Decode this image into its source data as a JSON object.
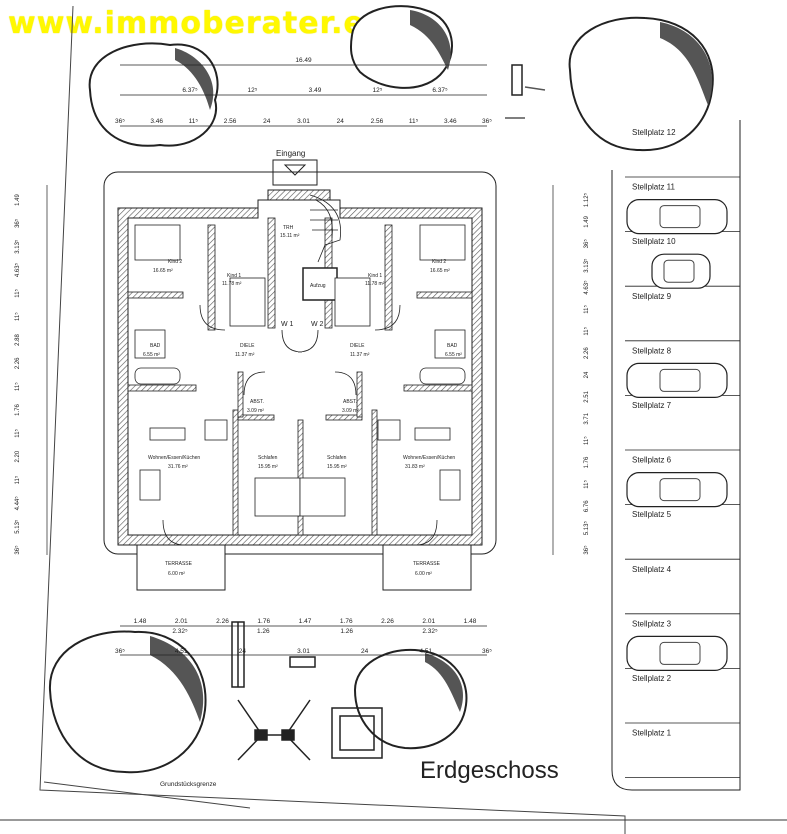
{
  "watermark": "www.immoberater.eu",
  "drawing_title": "Erdgeschoss",
  "boundary_label": "Grundstücksgrenze",
  "entrance_label": "Eingang",
  "top_dimensions": {
    "row1": [
      "16.49"
    ],
    "row2": [
      "6.37⁵",
      "12⁵",
      "3.49",
      "12⁵",
      "6.37⁵"
    ],
    "row3": [
      "36⁵",
      "3.46",
      "11⁵",
      "2.56",
      "24",
      "3.01",
      "24",
      "2.56",
      "11⁵",
      "3.46",
      "36⁵"
    ]
  },
  "bottom_dimensions": {
    "row1": [
      "1.48",
      "2.01",
      "2.26",
      "1.76",
      "1.47",
      "1.76",
      "2.26",
      "2.01",
      "1.48"
    ],
    "row2": [
      "2.32⁵",
      "1.26",
      "1.26",
      "2.32⁵"
    ],
    "row3": [
      "36⁵",
      "4.51",
      "24",
      "3.01",
      "24",
      "4.51",
      "36⁵"
    ]
  },
  "left_dimensions": [
    "1.49",
    "36⁵",
    "3.13⁵",
    "4.63⁵",
    "11⁵",
    "11⁵",
    "2.88",
    "2.26",
    "11⁵",
    "1.76",
    "11⁵",
    "2.20",
    "11⁵",
    "4.44⁵",
    "5.13⁵",
    "36⁵"
  ],
  "right_dimensions": [
    "1.12⁵",
    "1.49",
    "36⁵",
    "3.13⁵",
    "4.63⁵",
    "11⁵",
    "11⁵",
    "2.26",
    "24",
    "2.51",
    "3.71",
    "11⁵",
    "1.76",
    "11⁵",
    "6.76",
    "5.13⁵",
    "36⁵"
  ],
  "rooms": {
    "stair": {
      "name": "TRH",
      "area": "15.11 m²"
    },
    "elevator": {
      "name": "Aufzug"
    },
    "w1": "W 1",
    "w2": "W 2",
    "left": {
      "kind2": {
        "name": "Kind 2",
        "area": "16.65 m²"
      },
      "kind1": {
        "name": "Kind 1",
        "area": "11.78 m²"
      },
      "bad": {
        "name": "BAD",
        "area": "6.55 m²"
      },
      "diele": {
        "name": "DIELE",
        "area": "11.37 m²"
      },
      "abst": {
        "name": "ABST.",
        "area": "3.09 m²"
      },
      "wohnen": {
        "name": "Wohnen/Essen/Küchen",
        "area": "31.76 m²"
      },
      "schlafen": {
        "name": "Schlafen",
        "area": "15.95 m²"
      },
      "terrasse": {
        "name": "TERRASSE",
        "area": "6.00 m²"
      }
    },
    "right": {
      "kind2": {
        "name": "Kind 2",
        "area": "16.65 m²"
      },
      "kind1": {
        "name": "Kind 1",
        "area": "11.78 m²"
      },
      "bad": {
        "name": "BAD",
        "area": "6.55 m²"
      },
      "diele": {
        "name": "DIELE",
        "area": "11.37 m²"
      },
      "abst": {
        "name": "ABST.",
        "area": "3.09 m²"
      },
      "wohnen": {
        "name": "Wohnen/Essen/Küchen",
        "area": "31.83 m²"
      },
      "schlafen": {
        "name": "Schlafen",
        "area": "15.95 m²"
      },
      "terrasse": {
        "name": "TERRASSE",
        "area": "6.00 m²"
      }
    }
  },
  "parking": [
    "Stellplatz 12",
    "Stellplatz 11",
    "Stellplatz 10",
    "Stellplatz 9",
    "Stellplatz 8",
    "Stellplatz 7",
    "Stellplatz 6",
    "Stellplatz 5",
    "Stellplatz 4",
    "Stellplatz 3",
    "Stellplatz 2",
    "Stellplatz 1"
  ]
}
